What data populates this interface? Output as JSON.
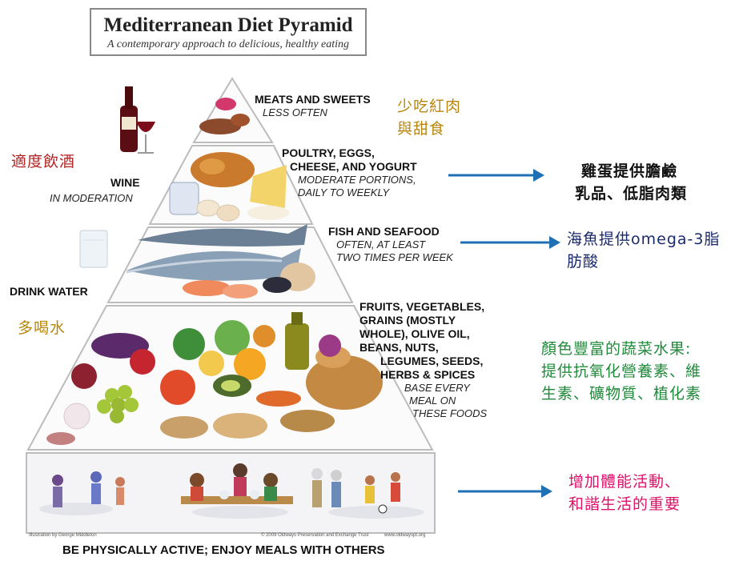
{
  "header": {
    "title": "Mediterranean Diet Pyramid",
    "subtitle": "A contemporary approach to delicious, healthy eating"
  },
  "tiers": {
    "meats": {
      "title": "MEATS AND SWEETS",
      "note": "LESS OFTEN",
      "cjk": [
        "少吃紅肉",
        "與甜食"
      ]
    },
    "poultry": {
      "title": [
        "POULTRY, EGGS,",
        "CHEESE, AND YOGURT"
      ],
      "note": [
        "MODERATE PORTIONS,",
        "DAILY TO WEEKLY"
      ],
      "cjk": [
        "雞蛋提供膽鹼",
        "乳品、低脂肉類"
      ]
    },
    "fish": {
      "title": "FISH AND SEAFOOD",
      "note": [
        "OFTEN, AT LEAST",
        "TWO TIMES PER WEEK"
      ],
      "cjk": [
        "海魚提供omega-3脂",
        "肪酸"
      ]
    },
    "plants": {
      "title": [
        "FRUITS, VEGETABLES,",
        "GRAINS (MOSTLY",
        "WHOLE), OLIVE OIL,",
        "BEANS, NUTS,",
        "LEGUMES, SEEDS,",
        "HERBS & SPICES"
      ],
      "note": [
        "BASE EVERY",
        "MEAL ON",
        "THESE FOODS"
      ],
      "cjk": [
        "顏色豐富的蔬菜水果:",
        "提供抗氧化營養素、維",
        "生素、礦物質、植化素"
      ]
    },
    "activity": {
      "label": "BE PHYSICALLY ACTIVE; ENJOY MEALS WITH OTHERS",
      "cjk": [
        "增加體能活動、",
        "和諧生活的重要"
      ]
    }
  },
  "side": {
    "wine": {
      "title": "WINE",
      "note": "IN MODERATION",
      "cjk": "適度飲酒"
    },
    "water": {
      "title": "DRINK WATER",
      "cjk": "多喝水"
    }
  },
  "credits": {
    "illustration": "Illustration by George Middleton",
    "copyright": "© 2009 Oldways Preservation and Exchange Trust",
    "website": "www.oldwayspt.org"
  },
  "colors": {
    "arrow": "#1f6fb5",
    "cjk_gold": "#b8860b",
    "cjk_red": "#b22222",
    "cjk_navy": "#1a2a6c",
    "cjk_green": "#1f8a3a",
    "cjk_pink": "#e0106a"
  }
}
